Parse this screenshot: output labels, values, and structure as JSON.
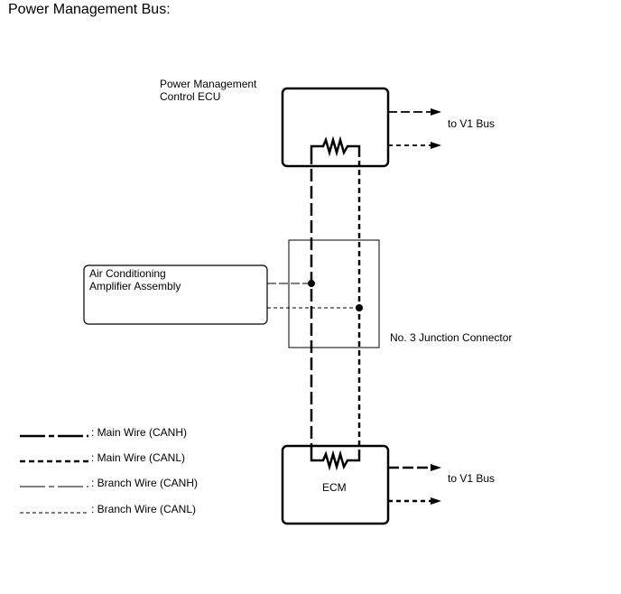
{
  "title": "Power Management Bus:",
  "components": {
    "pm_ecu": {
      "line1": "Power Management",
      "line2": "Control ECU"
    },
    "ac_amp": {
      "line1": "Air Conditioning",
      "line2": "Amplifier Assembly"
    },
    "junction": {
      "label": "No. 3 Junction Connector"
    },
    "ecm": {
      "label": "ECM"
    }
  },
  "outputs": {
    "pm_ecu_v1": "to V1 Bus",
    "ecm_v1": "to V1 Bus"
  },
  "legend": [
    {
      "label": ": Main Wire (CANH)"
    },
    {
      "label": ": Main Wire (CANL)"
    },
    {
      "label": ": Branch Wire (CANH)"
    },
    {
      "label": ": Branch Wire (CANL)"
    }
  ]
}
